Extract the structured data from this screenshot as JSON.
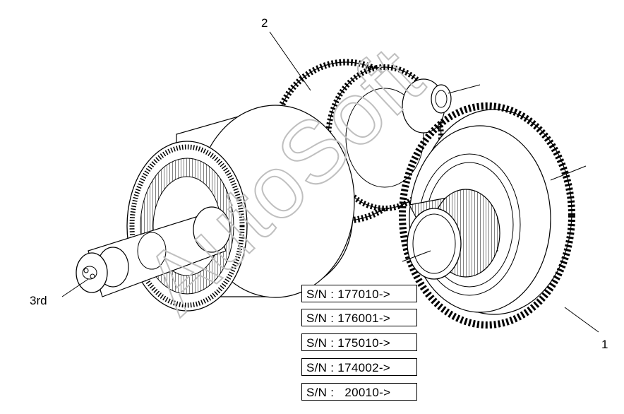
{
  "callouts": {
    "part_1": "1",
    "part_2": "2",
    "part_3rd": "3rd"
  },
  "serial_numbers": [
    "S/N : 177010->",
    "S/N : 176001->",
    "S/N : 175010->",
    "S/N : 174002->",
    "S/N :   20010->"
  ],
  "watermark": "AutoSoft",
  "colors": {
    "line": "#000000",
    "watermark": "#c8c8c8",
    "background": "#ffffff"
  }
}
